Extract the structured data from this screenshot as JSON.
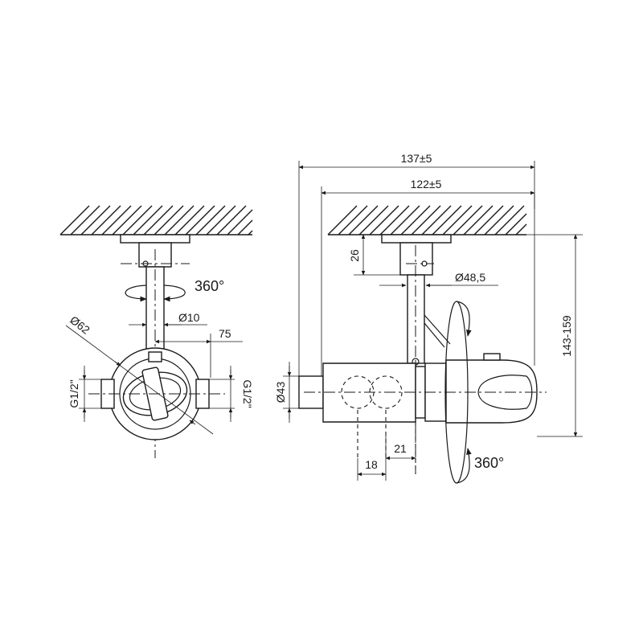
{
  "left_view": {
    "rotation_label": "360°",
    "pipe_diameter": "Ø10",
    "offset": "75",
    "body_diameter": "Ø62",
    "thread_left": "G1/2\"",
    "thread_right": "G1/2\""
  },
  "right_view": {
    "overall_width": "137±5",
    "inner_width": "122±5",
    "flange_height": "26",
    "flange_diameter": "Ø48,5",
    "height_range": "143-159",
    "inlet_diameter": "Ø43",
    "dim_21": "21",
    "dim_18": "18",
    "rotation_label": "360°"
  },
  "colors": {
    "line": "#1a1a1a",
    "background": "#ffffff"
  }
}
